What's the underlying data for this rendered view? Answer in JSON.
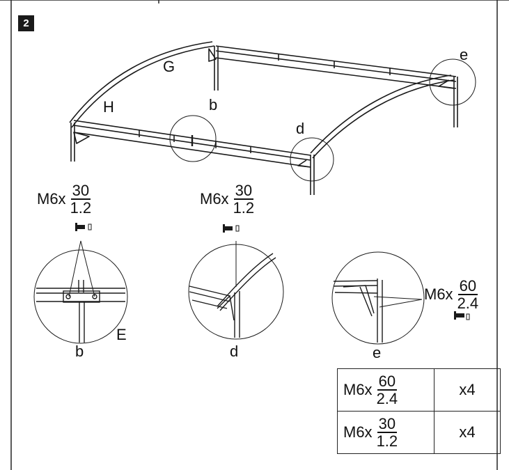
{
  "step": {
    "number": "2"
  },
  "overview_labels": {
    "G": "G",
    "H": "H",
    "b": "b",
    "d": "d",
    "e": "e"
  },
  "details": {
    "b": {
      "label": "b",
      "part_label": "E",
      "screw": {
        "prefix": "M6x",
        "numerator": "30",
        "denominator": "1.2"
      }
    },
    "d": {
      "label": "d",
      "screw": {
        "prefix": "M6x",
        "numerator": "30",
        "denominator": "1.2"
      }
    },
    "e": {
      "label": "e",
      "screw": {
        "prefix": "M6x",
        "numerator": "60",
        "denominator": "2.4"
      }
    }
  },
  "parts_table": [
    {
      "prefix": "M6x",
      "numerator": "60",
      "denominator": "2.4",
      "qty": "x4"
    },
    {
      "prefix": "M6x",
      "numerator": "30",
      "denominator": "1.2",
      "qty": "x4"
    }
  ]
}
